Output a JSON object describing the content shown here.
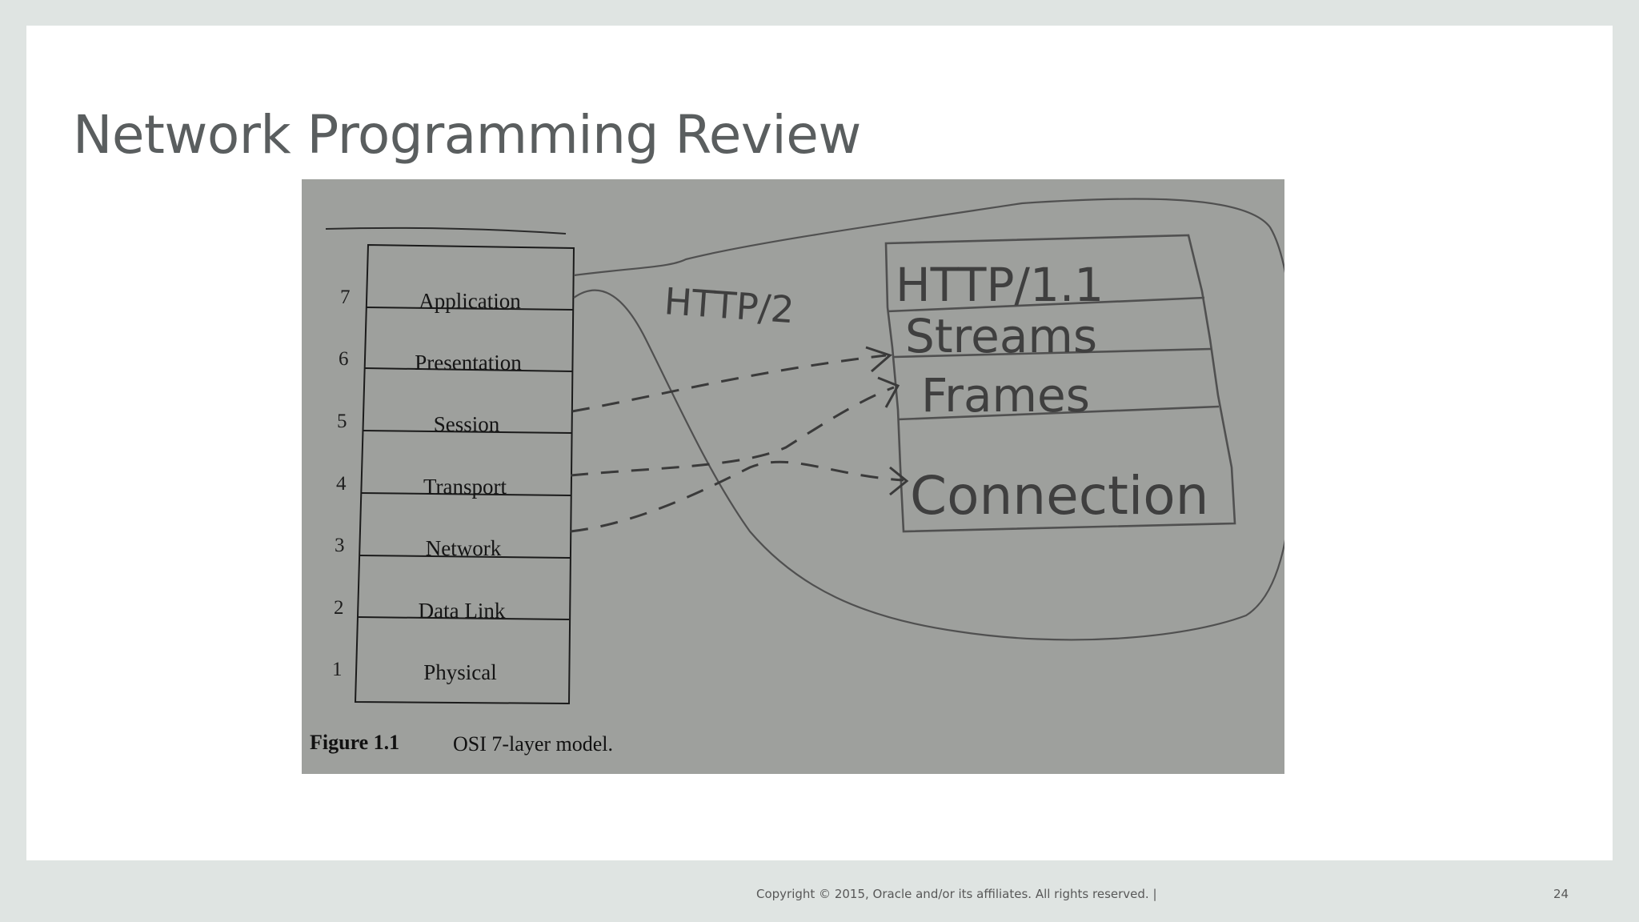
{
  "slide": {
    "title": "Network Programming Review",
    "footer_copyright": "Copyright © 2015, Oracle and/or its affiliates. All rights reserved.  |",
    "page_number": "24"
  },
  "figure": {
    "osi_layers": [
      {
        "number": "7",
        "name": "Application"
      },
      {
        "number": "6",
        "name": "Presentation"
      },
      {
        "number": "5",
        "name": "Session"
      },
      {
        "number": "4",
        "name": "Transport"
      },
      {
        "number": "3",
        "name": "Network"
      },
      {
        "number": "2",
        "name": "Data Link"
      },
      {
        "number": "1",
        "name": "Physical"
      }
    ],
    "caption_label": "Figure 1.1",
    "caption_text": "OSI 7-layer model.",
    "http2_label": "HTTP/2",
    "http2_stack": [
      "HTTP/1.1",
      "Streams",
      "Frames",
      "Connection"
    ]
  }
}
